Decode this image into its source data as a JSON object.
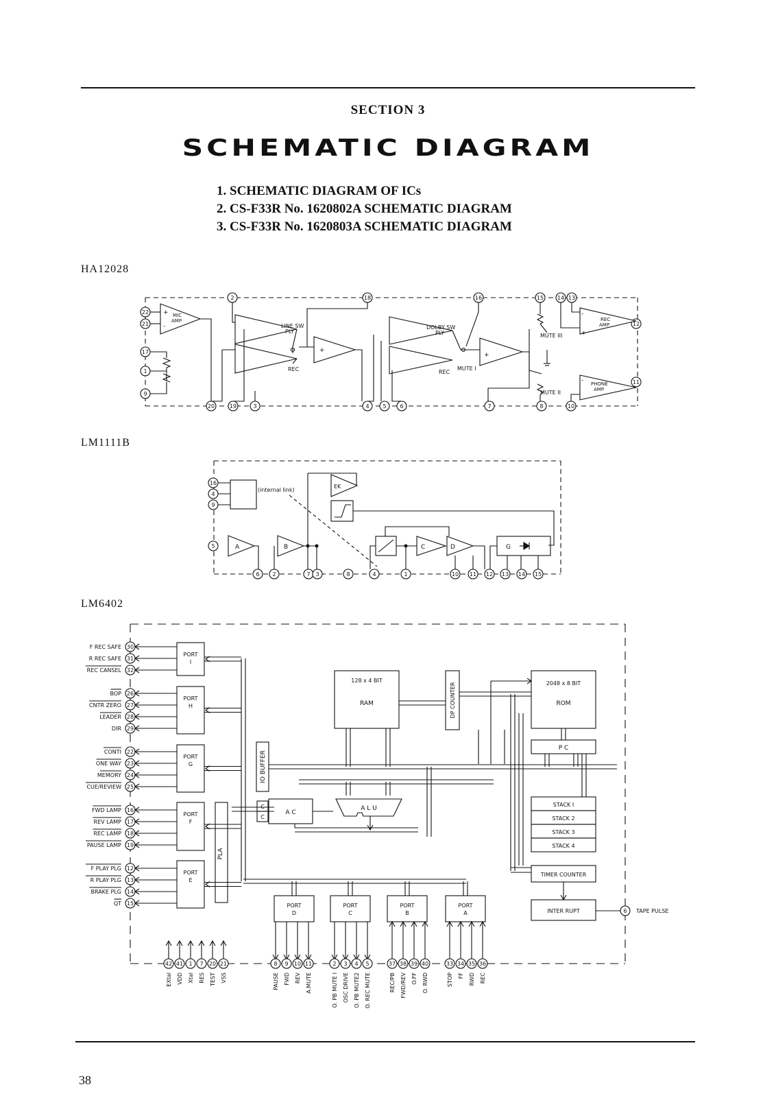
{
  "header": {
    "section": "SECTION 3",
    "title": "SCHEMATIC DIAGRAM"
  },
  "contents": [
    "1. SCHEMATIC DIAGRAM OF ICs",
    "2. CS-F33R No. 1620802A SCHEMATIC DIAGRAM",
    "3. CS-F33R No. 1620803A SCHEMATIC DIAGRAM"
  ],
  "ics": {
    "ha12028": {
      "name": "HA12028",
      "mic_amp": [
        "MIC",
        "AMP"
      ],
      "line_sw": [
        "LINE SW",
        "PLY"
      ],
      "dolby_sw": [
        "DOLBY SW",
        "PLY"
      ],
      "rec": "REC",
      "mute1": "MUTE I",
      "mute2": "MUTE II",
      "mute3": "MUTE III",
      "rec_amp": [
        "REC",
        "AMP"
      ],
      "phone_amp": [
        "PHONE",
        "AMP"
      ],
      "plus": "+",
      "minus": "-",
      "top_pins": [
        "2",
        "18",
        "16",
        "15",
        "14",
        "13"
      ],
      "left_pins": [
        "22",
        "21",
        "17",
        "1",
        "9"
      ],
      "right_pins": [
        "12",
        "11"
      ],
      "bottom_pins": [
        "20",
        "19",
        "3",
        "4",
        "5",
        "6",
        "7",
        "8",
        "10"
      ]
    },
    "lm1111b": {
      "name": "LM1111B",
      "internal_link": "(internal link)",
      "blocks": [
        "EK",
        "A",
        "B",
        "C",
        "D",
        "G"
      ],
      "left_pins": [
        "16",
        "4",
        "9",
        "5"
      ],
      "bottom_pins": [
        "6",
        "2",
        "7",
        "3",
        "8",
        "4",
        "1",
        "10",
        "11",
        "12",
        "13",
        "14",
        "15"
      ]
    },
    "lm6402": {
      "name": "LM6402",
      "left_pins": [
        {
          "label": "F REC SAFE",
          "pin": "30"
        },
        {
          "label": "R REC SAFE",
          "pin": "31"
        },
        {
          "label": "REC CANSEL",
          "pin": "32"
        },
        {
          "label": "BOP",
          "pin": "26"
        },
        {
          "label": "CNTR ZERO",
          "pin": "27"
        },
        {
          "label": "LEADER",
          "pin": "28"
        },
        {
          "label": "DIR",
          "pin": "29"
        },
        {
          "label": "CONTI",
          "pin": "22"
        },
        {
          "label": "ONE WAY",
          "pin": "23"
        },
        {
          "label": "MEMORY",
          "pin": "24"
        },
        {
          "label": "CUE/REVIEW",
          "pin": "25"
        },
        {
          "label": "FWD LAMP",
          "pin": "16"
        },
        {
          "label": "REV LAMP",
          "pin": "17"
        },
        {
          "label": "REC LAMP",
          "pin": "18"
        },
        {
          "label": "PAUSE LAMP",
          "pin": "19"
        },
        {
          "label": "F PLAY PLG",
          "pin": "12"
        },
        {
          "label": "R PLAY PLG",
          "pin": "13"
        },
        {
          "label": "BRAKE PLG",
          "pin": "14"
        },
        {
          "label": "QT",
          "pin": "15"
        }
      ],
      "ports_left": [
        {
          "name": "PORT",
          "id": "I"
        },
        {
          "name": "PORT",
          "id": "H"
        },
        {
          "name": "PORT",
          "id": "G"
        },
        {
          "name": "PORT",
          "id": "F"
        },
        {
          "name": "PORT",
          "id": "E"
        }
      ],
      "ports_bottom": [
        {
          "name": "PORT",
          "id": "D"
        },
        {
          "name": "PORT",
          "id": "C"
        },
        {
          "name": "PORT",
          "id": "B"
        },
        {
          "name": "PORT",
          "id": "A"
        }
      ],
      "io_buffer": "IO BUFFER",
      "pla": "PLA",
      "ram": [
        "128 x 4 BIT",
        "RAM"
      ],
      "rom": [
        "2048 x 8 BIT",
        "ROM"
      ],
      "dp_counter": "DP COUNTER",
      "pc": "P C",
      "ac": "A C",
      "alu": "A L U",
      "c": "C",
      "stacks": [
        "STACK I",
        "STACK 2",
        "STACK 3",
        "STACK 4"
      ],
      "timer_counter": "TIMER COUNTER",
      "interrupt": "INTER RUPT",
      "tape_pin": "6",
      "tape_pulse": "TAPE PULSE",
      "bottom_groups": [
        {
          "pins": [
            "42",
            "41",
            "1",
            "7",
            "20",
            "21"
          ],
          "labels": [
            "EXtal",
            "VDD",
            "Xtal",
            "RES",
            "TEST",
            "VSS"
          ]
        },
        {
          "pins": [
            "8",
            "9",
            "10",
            "11"
          ],
          "labels": [
            "PAUSE",
            "FWD",
            "REV",
            "A.MUTE"
          ]
        },
        {
          "pins": [
            "2",
            "3",
            "4",
            "5"
          ],
          "labels": [
            "O. PB MUTE I",
            "OSC DRIVE",
            "O. PB MUTE2",
            "O. REC MUTE"
          ]
        },
        {
          "pins": [
            "37",
            "38",
            "39",
            "40"
          ],
          "labels": [
            "REC/PB",
            "FWD/REV",
            "O.FF",
            "O. RWD"
          ]
        },
        {
          "pins": [
            "33",
            "34",
            "35",
            "36"
          ],
          "labels": [
            "STOP",
            "FF",
            "RWD",
            "REC"
          ]
        }
      ]
    }
  },
  "page_number": "38"
}
